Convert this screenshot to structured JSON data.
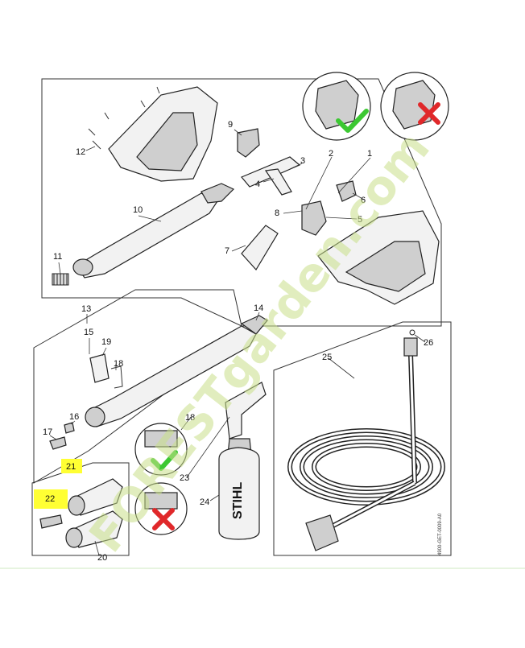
{
  "watermark": "FORESTgarden.com",
  "doc_code": "4900-GET-0009-A0",
  "colors": {
    "check": "#3cc832",
    "cross": "#e0282a",
    "highlight": "#ffff33",
    "watermark": "#c9e08a"
  },
  "callouts": {
    "c1": "1",
    "c2": "2",
    "c3": "3",
    "c4": "4",
    "c5": "5",
    "c6": "6",
    "c7": "7",
    "c8": "8",
    "c9": "9",
    "c10": "10",
    "c11": "11",
    "c12": "12",
    "c13": "13",
    "c14": "14",
    "c15": "15",
    "c16": "16",
    "c17": "17",
    "c18a": "18",
    "c18b": "18",
    "c19": "19",
    "c20": "20",
    "c21": "21",
    "c22": "22",
    "c23": "23",
    "c24": "24",
    "c25": "25",
    "c26": "26"
  },
  "icons": [
    "check-icon",
    "cross-icon"
  ]
}
